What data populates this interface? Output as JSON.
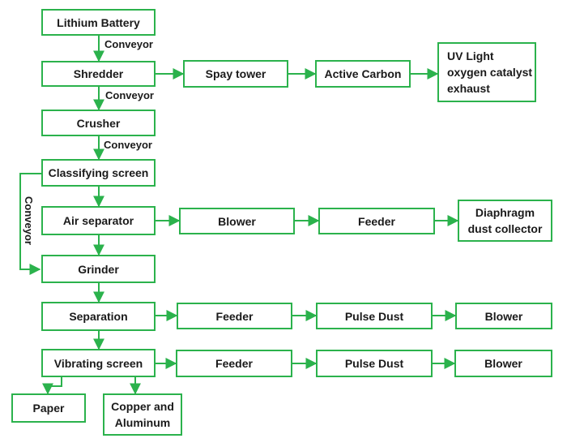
{
  "theme": {
    "line_color": "#2bb24c",
    "text_color": "#1a1a1a",
    "box_fill": "#ffffff"
  },
  "nodes": {
    "lithium_battery": "Lithium Battery",
    "shredder": "Shredder",
    "spray_tower": "Spay tower",
    "active_carbon": "Active Carbon",
    "uv_light": "UV Light\noxygen catalyst\nexhaust",
    "crusher": "Crusher",
    "classifying_screen": "Classifying screen",
    "air_separator": "Air separator",
    "blower_1": "Blower",
    "feeder_1": "Feeder",
    "diaphragm": "Diaphragm\ndust collector",
    "grinder": "Grinder",
    "separation": "Separation",
    "feeder_2": "Feeder",
    "pulse_dust_1": "Pulse Dust",
    "blower_2": "Blower",
    "vibrating_screen": "Vibrating screen",
    "feeder_3": "Feeder",
    "pulse_dust_2": "Pulse Dust",
    "blower_3": "Blower",
    "paper": "Paper",
    "copper_aluminum": "Copper and\nAluminum"
  },
  "edge_labels": {
    "conveyor_1": "Conveyor",
    "conveyor_2": "Conveyor",
    "conveyor_3": "Conveyor",
    "conveyor_side": "Conveyor"
  }
}
